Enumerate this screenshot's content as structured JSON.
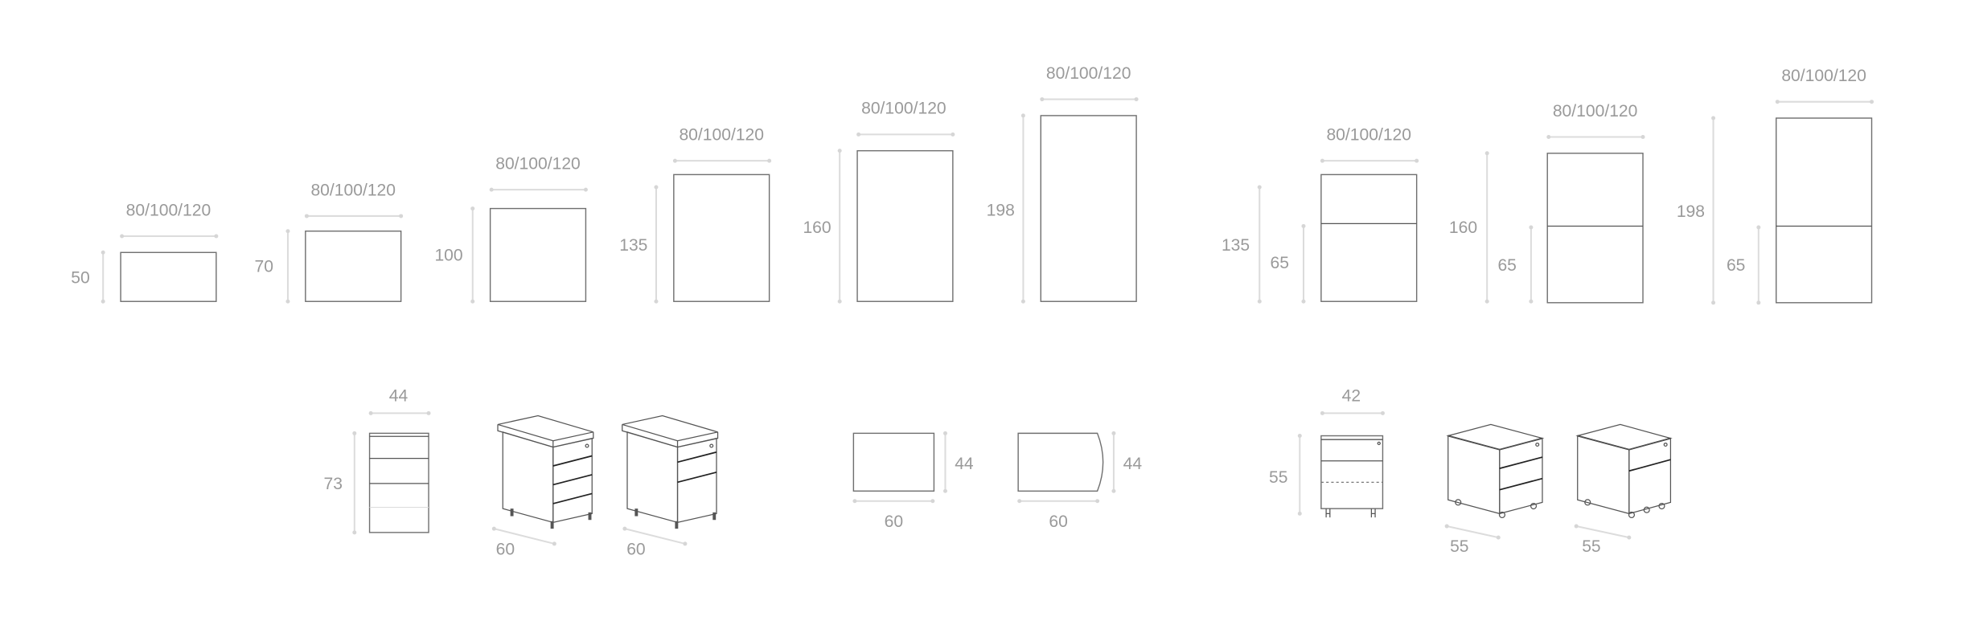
{
  "top_row": {
    "width_label": "80/100/120",
    "bookcases": [
      {
        "height": "50"
      },
      {
        "height": "70"
      },
      {
        "height": "100"
      },
      {
        "height": "135"
      },
      {
        "height": "160"
      },
      {
        "height": "198"
      }
    ],
    "split_bookcases": [
      {
        "height": "135",
        "lower_height": "65"
      },
      {
        "height": "160",
        "lower_height": "65"
      },
      {
        "height": "198",
        "lower_height": "65"
      }
    ]
  },
  "bottom_row": {
    "fixed_pedestal": {
      "width": "44",
      "height": "73",
      "depth_a": "60",
      "depth_b": "60"
    },
    "desk_tops": [
      {
        "width": "60",
        "depth": "44"
      },
      {
        "width": "60",
        "depth": "44"
      }
    ],
    "mobile_pedestal": {
      "width": "42",
      "height": "55",
      "depth_a": "55",
      "depth_b": "55"
    }
  },
  "colors": {
    "label": "#9a9a9a",
    "dimension_line": "#dcdcdc",
    "outline": "#6f6f6f"
  }
}
